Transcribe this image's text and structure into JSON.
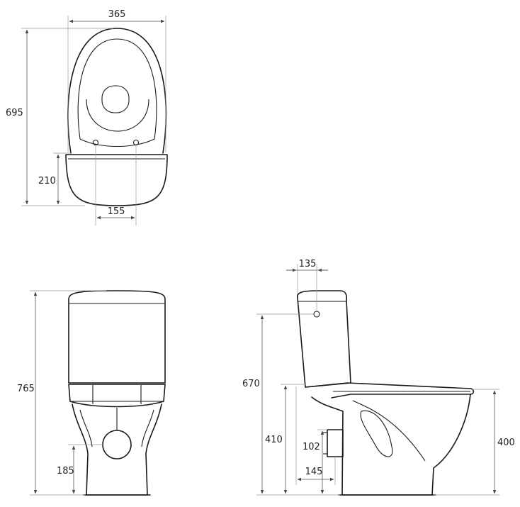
{
  "dimensions": {
    "top_width": "365",
    "top_depth": "695",
    "top_rear": "210",
    "top_holes": "155",
    "front_height": "765",
    "front_outlet": "185",
    "side_tank_depth": "135",
    "side_total": "670",
    "side_inlet": "410",
    "side_outlet_h": "102",
    "side_outlet_off": "145",
    "side_seat": "400"
  },
  "colors": {
    "line": "#1a1a1a",
    "dimension": "#555555"
  }
}
